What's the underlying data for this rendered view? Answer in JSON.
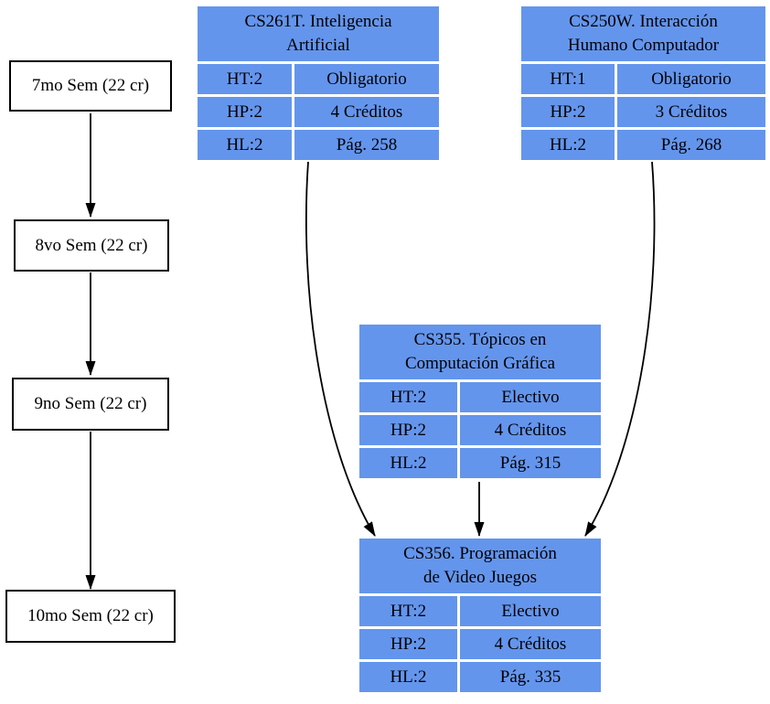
{
  "colors": {
    "card-fill": "#6495ED",
    "node-border": "#000000",
    "edge": "#000000",
    "text": "#000000",
    "background": "#ffffff"
  },
  "semesters": [
    {
      "id": "7mo",
      "label": "7mo Sem (22 cr)"
    },
    {
      "id": "8vo",
      "label": "8vo Sem (22 cr)"
    },
    {
      "id": "9no",
      "label": "9no Sem (22 cr)"
    },
    {
      "id": "10mo",
      "label": "10mo Sem (22 cr)"
    }
  ],
  "courses": [
    {
      "id": "CS261T",
      "title_line1": "CS261T. Inteligencia",
      "title_line2": "Artificial",
      "rows": [
        {
          "key": "HT:2",
          "value": "Obligatorio"
        },
        {
          "key": "HP:2",
          "value": "4 Créditos"
        },
        {
          "key": "HL:2",
          "value": "Pág. 258"
        }
      ]
    },
    {
      "id": "CS250W",
      "title_line1": "CS250W. Interacción",
      "title_line2": "Humano Computador",
      "rows": [
        {
          "key": "HT:1",
          "value": "Obligatorio"
        },
        {
          "key": "HP:2",
          "value": "3 Créditos"
        },
        {
          "key": "HL:2",
          "value": "Pág. 268"
        }
      ]
    },
    {
      "id": "CS355",
      "title_line1": "CS355. Tópicos en",
      "title_line2": "Computación Gráfica",
      "rows": [
        {
          "key": "HT:2",
          "value": "Electivo"
        },
        {
          "key": "HP:2",
          "value": "4 Créditos"
        },
        {
          "key": "HL:2",
          "value": "Pág. 315"
        }
      ]
    },
    {
      "id": "CS356",
      "title_line1": "CS356. Programación",
      "title_line2": "de Video Juegos",
      "rows": [
        {
          "key": "HT:2",
          "value": "Electivo"
        },
        {
          "key": "HP:2",
          "value": "4 Créditos"
        },
        {
          "key": "HL:2",
          "value": "Pág. 335"
        }
      ]
    }
  ],
  "edges": [
    {
      "from": "7mo",
      "to": "8vo"
    },
    {
      "from": "8vo",
      "to": "9no"
    },
    {
      "from": "9no",
      "to": "10mo"
    },
    {
      "from": "CS261T",
      "to": "CS356"
    },
    {
      "from": "CS250W",
      "to": "CS356"
    },
    {
      "from": "CS355",
      "to": "CS356"
    }
  ]
}
